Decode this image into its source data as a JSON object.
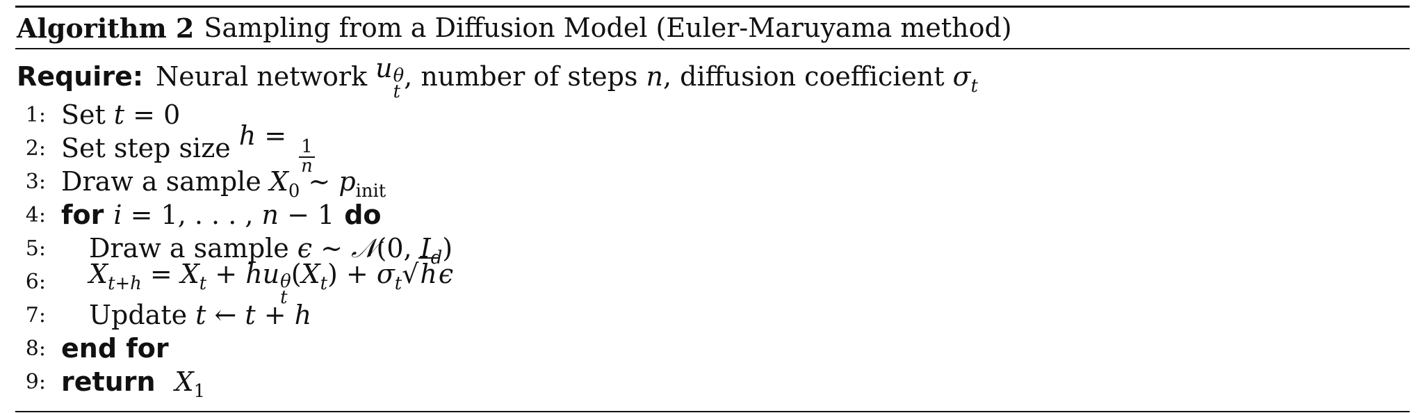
{
  "algorithm": {
    "label": "Algorithm 2",
    "title": "Sampling from a Diffusion Model (Euler-Maruyama method)"
  },
  "require": {
    "keyword": "Require:",
    "text_1": "Neural network",
    "text_2": ", number of steps",
    "text_3": ", diffusion coefficient"
  },
  "keywords": {
    "for": "for",
    "do": "do",
    "end_for": "end for",
    "return": "return"
  },
  "lines": [
    {
      "num": "1:",
      "text": "Set"
    },
    {
      "num": "2:",
      "text": "Set step size"
    },
    {
      "num": "3:",
      "text": "Draw a sample"
    },
    {
      "num": "4:"
    },
    {
      "num": "5:",
      "text": "Draw a sample"
    },
    {
      "num": "6:"
    },
    {
      "num": "7:",
      "text": "Update"
    },
    {
      "num": "8:"
    },
    {
      "num": "9:"
    }
  ]
}
